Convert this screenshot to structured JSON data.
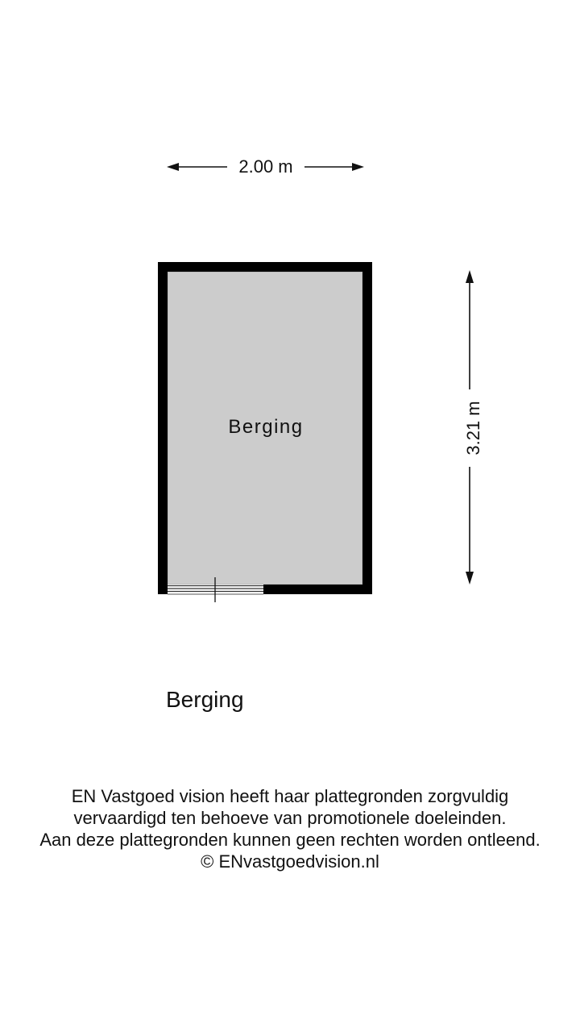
{
  "dimensions": {
    "width_label": "2.00 m",
    "height_label": "3.21 m"
  },
  "room": {
    "name": "Berging",
    "fill_color": "#cccccc",
    "wall_color": "#000000"
  },
  "floor": {
    "title": "Berging"
  },
  "disclaimer": {
    "lines": [
      "EN Vastgoed vision heeft haar plattegronden zorgvuldig",
      "vervaardigd ten behoeve van promotionele doeleinden.",
      "Aan deze plattegronden kunnen geen rechten worden ontleend.",
      "© ENvastgoedvision.nl"
    ]
  }
}
